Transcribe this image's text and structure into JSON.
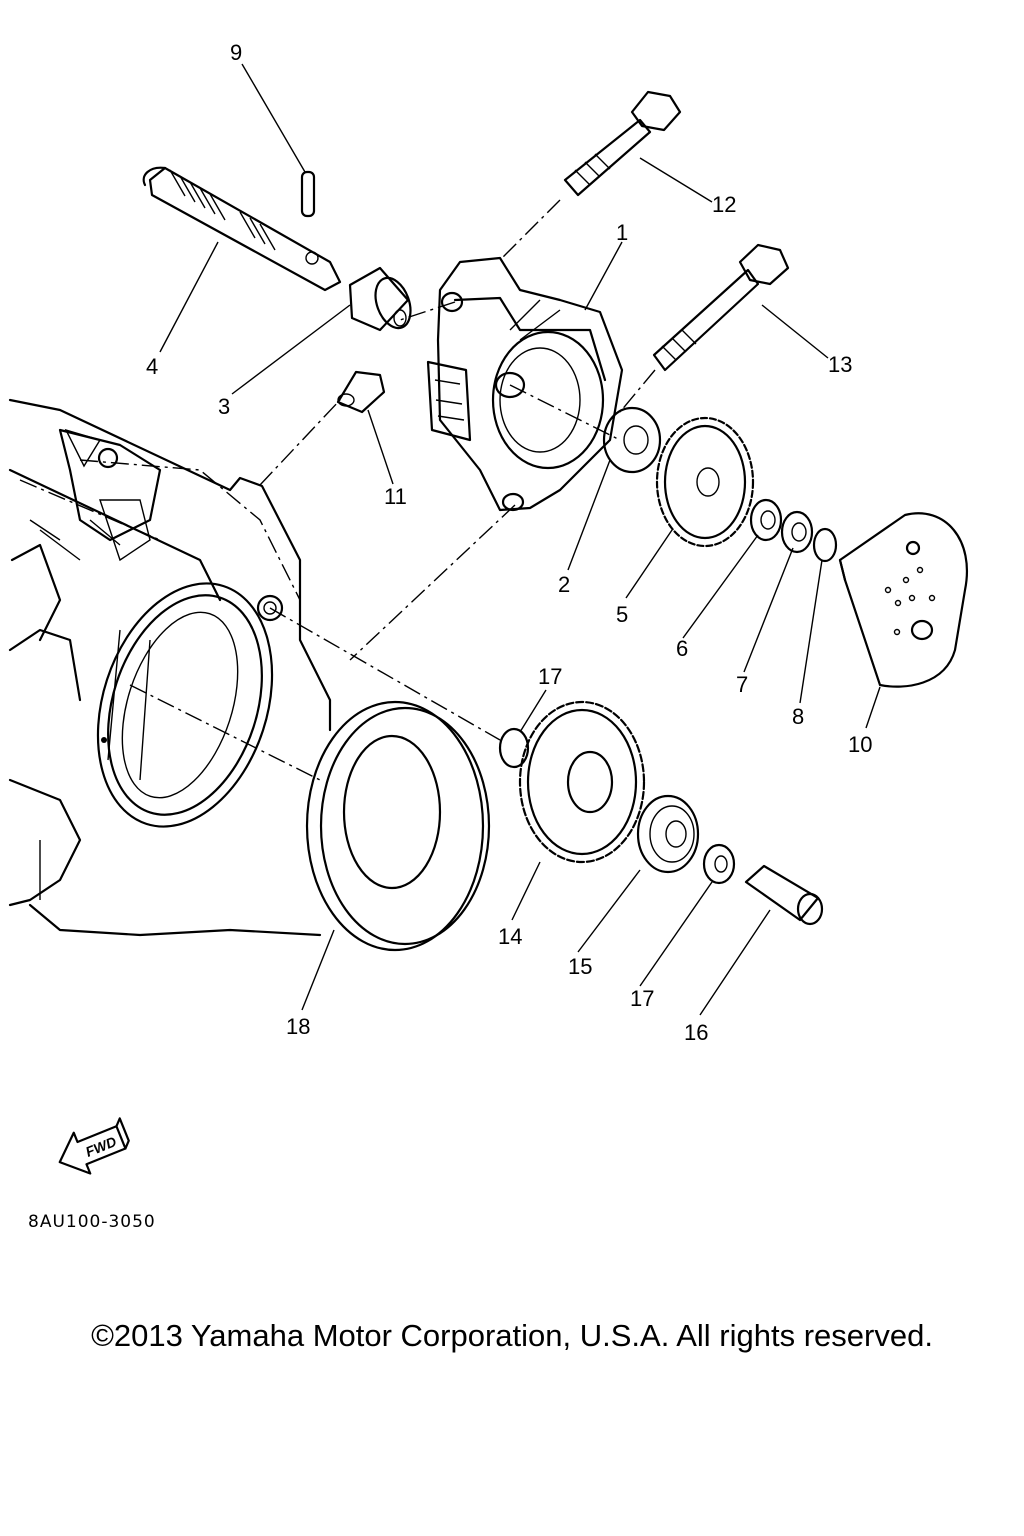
{
  "callouts": [
    {
      "id": "1",
      "label": "1"
    },
    {
      "id": "2",
      "label": "2"
    },
    {
      "id": "3",
      "label": "3"
    },
    {
      "id": "4",
      "label": "4"
    },
    {
      "id": "5",
      "label": "5"
    },
    {
      "id": "6",
      "label": "6"
    },
    {
      "id": "7",
      "label": "7"
    },
    {
      "id": "8",
      "label": "8"
    },
    {
      "id": "9",
      "label": "9"
    },
    {
      "id": "10",
      "label": "10"
    },
    {
      "id": "11",
      "label": "11"
    },
    {
      "id": "12",
      "label": "12"
    },
    {
      "id": "13",
      "label": "13"
    },
    {
      "id": "14",
      "label": "14"
    },
    {
      "id": "15",
      "label": "15"
    },
    {
      "id": "16",
      "label": "16"
    },
    {
      "id": "17a",
      "label": "17"
    },
    {
      "id": "17b",
      "label": "17"
    },
    {
      "id": "18",
      "label": "18"
    }
  ],
  "fwd_badge": "FWD",
  "diagram_code": "8AU100-3050",
  "copyright": "©2013 Yamaha Motor Corporation, U.S.A. All rights reserved."
}
